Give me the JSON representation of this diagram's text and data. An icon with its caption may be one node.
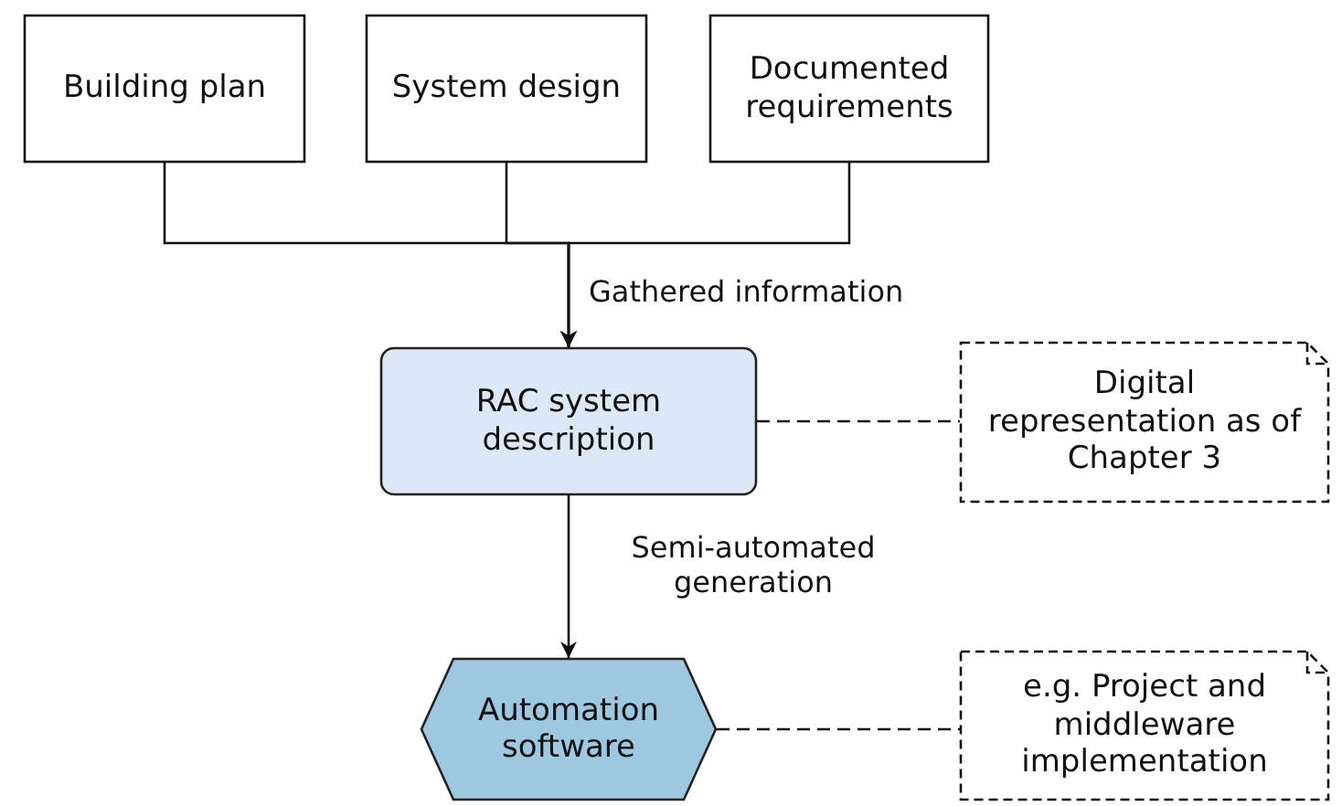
{
  "diagram": {
    "nodes": [
      {
        "text": [
          "Building plan"
        ]
      },
      {
        "text": [
          "System design"
        ]
      },
      {
        "text": [
          "Documented requirements"
        ]
      },
      {
        "text": [
          "RAC system description"
        ]
      },
      {
        "text": [
          "Digital representation as of Chapter 3"
        ]
      },
      {
        "text": [
          "Automation software"
        ]
      },
      {
        "text": [
          "e.g. Project and middleware implementation"
        ]
      }
    ],
    "edges": [
      {
        "from": 0,
        "to": 3,
        "arrow": "to"
      },
      {
        "from": 1,
        "to": 3,
        "arrow": "to",
        "label": "Gathered information"
      },
      {
        "from": 2,
        "to": 3,
        "arrow": "to"
      },
      {
        "from": 3,
        "to": 4,
        "arrow": "none",
        "style": "dashed"
      },
      {
        "from": 3,
        "to": 5,
        "arrow": "to",
        "label": "Semi-automated generation"
      },
      {
        "from": 5,
        "to": 6,
        "arrow": "none",
        "style": "dashed"
      }
    ]
  }
}
